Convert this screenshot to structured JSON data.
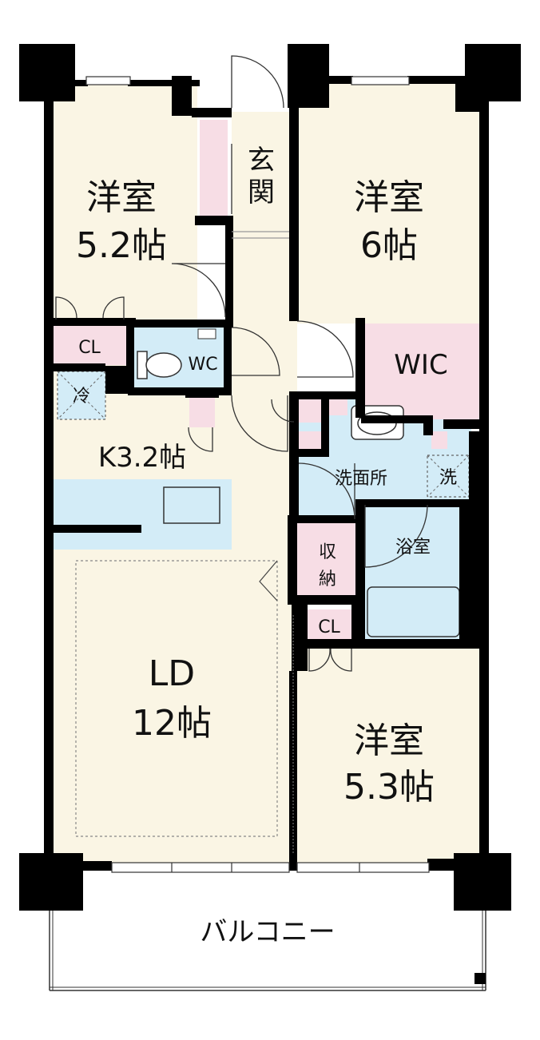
{
  "rooms": {
    "bedroom_nw": {
      "name": "洋室",
      "size": "5.2帖"
    },
    "bedroom_ne": {
      "name": "洋室",
      "size": "6帖"
    },
    "bedroom_se": {
      "name": "洋室",
      "size": "5.3帖"
    },
    "ld": {
      "name": "LD",
      "size": "12帖"
    },
    "kitchen": {
      "label": "K3.2帖"
    },
    "entrance": {
      "label_1": "玄",
      "label_2": "関"
    },
    "closet_nw": {
      "label": "CL"
    },
    "closet_se": {
      "label": "CL"
    },
    "wc": {
      "label": "WC"
    },
    "wic": {
      "label": "WIC"
    },
    "fridge": {
      "label": "冷"
    },
    "washroom": {
      "label": "洗面所"
    },
    "washer": {
      "label": "洗"
    },
    "bathroom": {
      "label": "浴室"
    },
    "storage": {
      "label_1": "収",
      "label_2": "納"
    },
    "balcony": {
      "label": "バルコニー"
    }
  },
  "colors": {
    "floor": "#faf5e4",
    "wet_area": "#d3ecf7",
    "storage": "#f7dde5",
    "wall": "#000000",
    "balcony": "#ffffff"
  }
}
